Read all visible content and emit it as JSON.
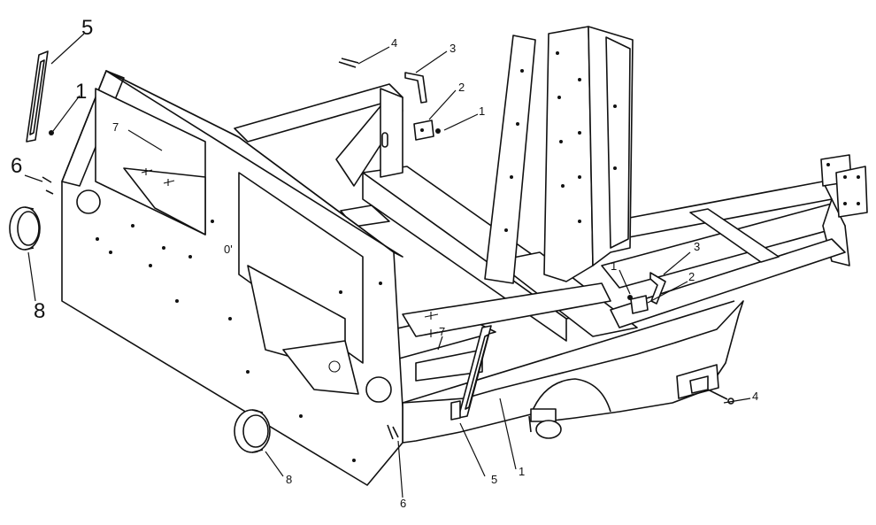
{
  "callouts": {
    "c5_top": "5",
    "c1_top": "1",
    "c6_left": "6",
    "c8_left": "8",
    "c7_left": "7",
    "c4_top": "4",
    "c3_top": "3",
    "c2_top": "2",
    "c1_mid": "1",
    "c3_right": "3",
    "c1_right": "1",
    "c2_right": "2",
    "c7_mid": "7",
    "c4_right": "4",
    "c5_bottom": "5",
    "c1_bottom": "1",
    "c8_bottom": "8",
    "c6_bottom": "6",
    "c0_panel": "0'"
  }
}
